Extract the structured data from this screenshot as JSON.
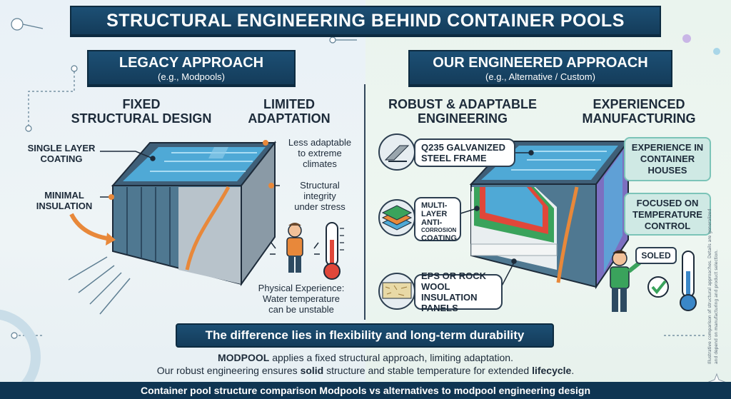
{
  "title": "STRUCTURAL ENGINEERING BEHIND CONTAINER POOLS",
  "left": {
    "banner_main": "LEGACY APPROACH",
    "banner_sub": "(e.g., Modpools)",
    "head_1": "FIXED\nSTRUCTURAL DESIGN",
    "head_2": "LIMITED\nADAPTATION",
    "label_coating": "SINGLE LAYER\nCOATING",
    "label_insulation": "MINIMAL\nINSULATION",
    "label_climates": "Less adaptable\nto extreme\nclimates",
    "label_integrity": "Structural\nintegrity\nunder stress",
    "label_experience": "Physical Experience:\nWater temperature\ncan be unstable"
  },
  "right": {
    "banner_main": "OUR ENGINEERED APPROACH",
    "banner_sub": "(e.g., Alternative / Custom)",
    "head_1": "ROBUST & ADAPTABLE\nENGINEERING",
    "head_2": "EXPERIENCED\nMANUFACTURING",
    "callout_steel": "Q235 GALVANIZED\nSTEEL FRAME",
    "callout_coating_1": "MULTI-\nLAYER\nANTI-",
    "callout_coating_2": "CORROSION",
    "callout_coating_3": "COATING",
    "callout_insulation": "EPS OR ROCK\nWOOL INSULATION\nPANELS",
    "box_houses": "EXPERIENCE IN\nCONTAINER\nHOUSES",
    "box_temperature": "FOCUSED ON\nTEMPERATURE\nCONTROL",
    "speech": "SOLED"
  },
  "bottom": {
    "banner": "The difference lies in flexibility and long-term durability",
    "line1_a": "MODPOOL",
    "line1_b": " applies a fixed structural approach, limiting adaptation.",
    "line2_a": "Our robust engineering ensures ",
    "line2_b": "solid",
    "line2_c": " structure and stable temperature for extended ",
    "line2_d": "lifecycle",
    "line2_e": ".",
    "footer": "Container pool structure comparison Modpools vs alternatives to modpool engineering design"
  },
  "side_note": "Illustrative comparison of structural approaches. Details are generalized and depend on manufacturing and product selection.",
  "colors": {
    "navy": "#143c5a",
    "teal_box": "#cfe9e4",
    "water": "#4fa9d6",
    "container_left": "#3f5f78",
    "container_right": "#4f7891",
    "accent_orange": "#e8883a",
    "accent_green": "#3aa35c"
  },
  "icons": [
    "thermometer-icon",
    "person-icon",
    "checkmark-icon",
    "steel-beam-icon",
    "layers-icon",
    "insulation-icon",
    "sparkle-icon"
  ]
}
